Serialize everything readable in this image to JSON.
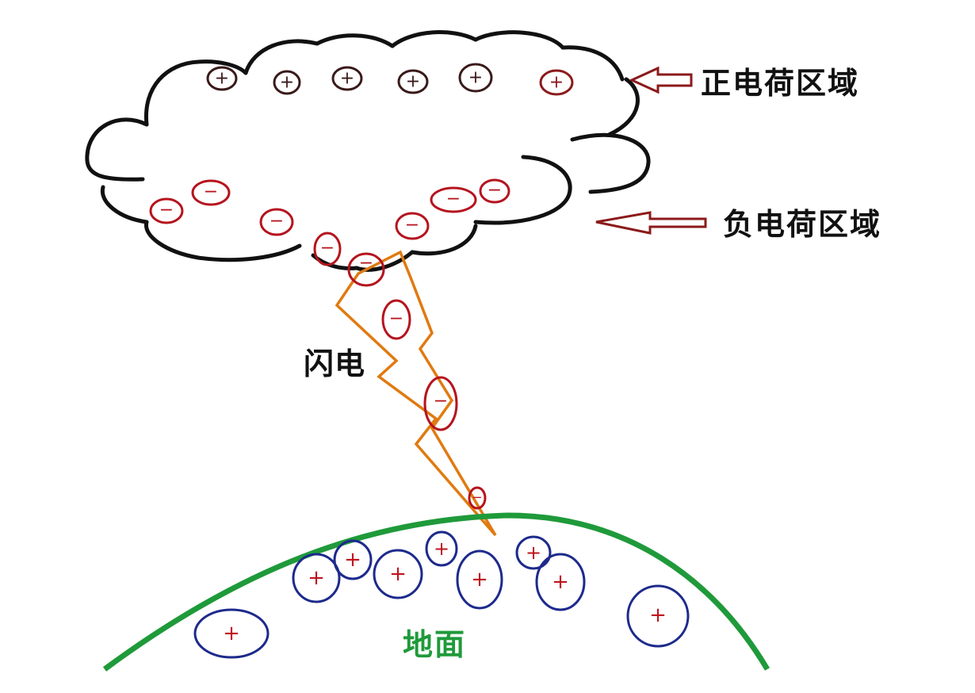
{
  "labels": {
    "positive_region": "正电荷区域",
    "negative_region": "负电荷区域",
    "lightning": "闪电",
    "ground": "地面"
  },
  "signs": {
    "positive": "+",
    "negative": "−"
  },
  "colors": {
    "cloud_outline": "#111111",
    "cloud_positive_charge": "#3a1a1a",
    "negative_charge": "#b5141e",
    "lightning_bolt": "#e07a10",
    "arrow": "#8b1a1a",
    "ground_line": "#1f9a3a",
    "ground_label": "#1f9a3a",
    "ground_charge_outline": "#1d2a8c",
    "ground_charge_sign": "#c0141e"
  }
}
